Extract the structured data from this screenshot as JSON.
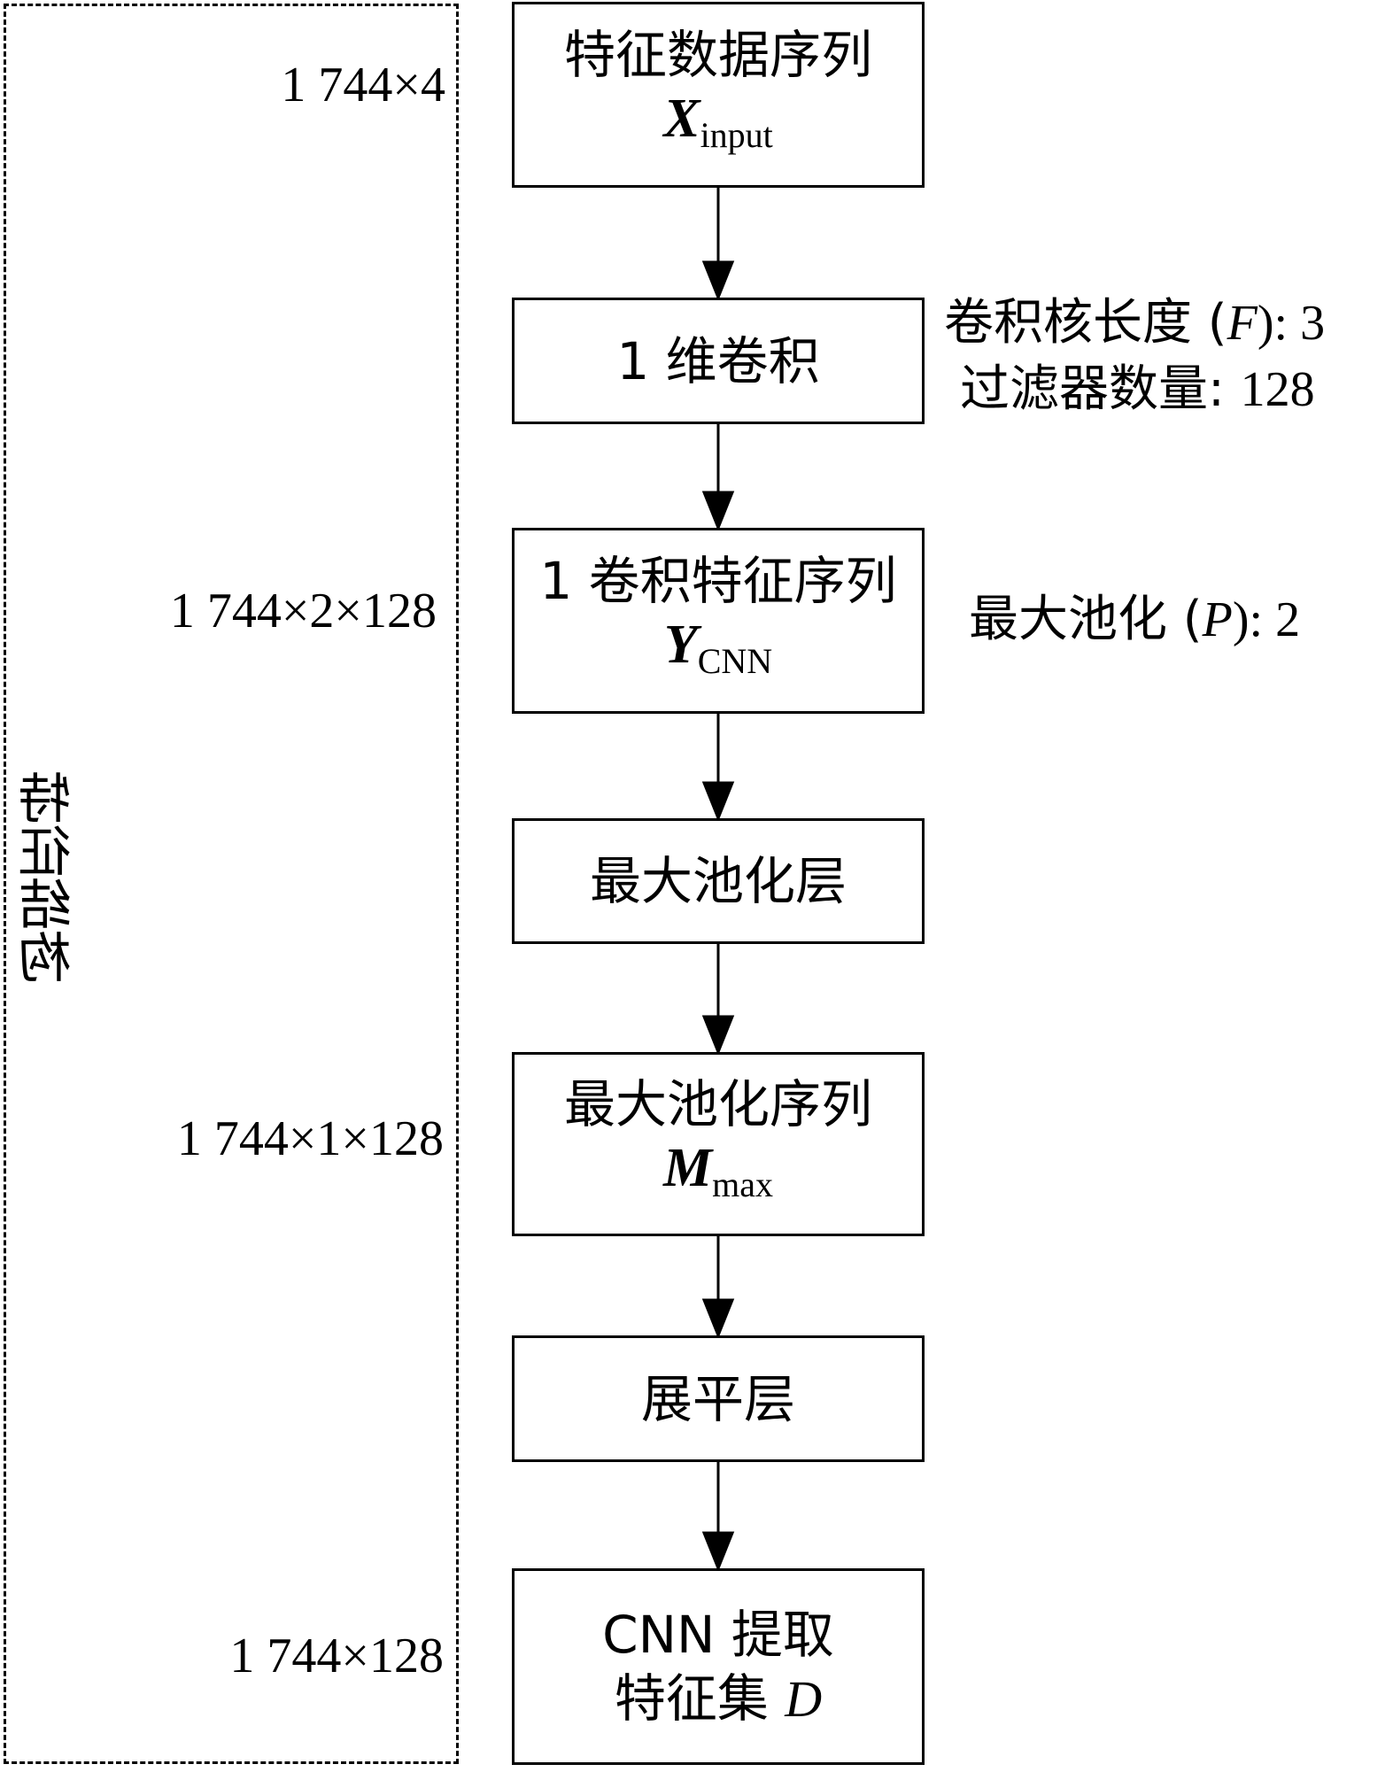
{
  "frame": {
    "label": "特征结构"
  },
  "boxes": [
    {
      "line1": "特征数据序列",
      "sym": "X",
      "sub": "input"
    },
    {
      "line1": "1 维卷积"
    },
    {
      "line1": "1 卷积特征序列",
      "sym": "Y",
      "sub": "CNN"
    },
    {
      "line1": "最大池化层"
    },
    {
      "line1": "最大池化序列",
      "sym": "M",
      "sub": "max"
    },
    {
      "line1": "展平层"
    },
    {
      "line1": "CNN 提取",
      "line2_text": "特征集",
      "line2_var": "D"
    }
  ],
  "dimensions": [
    "1 744×4",
    "1 744×2×128",
    "1 744×1×128",
    "1 744×128"
  ],
  "params": {
    "kernel_label": "卷积核长度 (",
    "kernel_var": "F",
    "kernel_value": "): 3",
    "filters_label": "过滤器数量: ",
    "filters_value": "128",
    "pool_label": "最大池化 (",
    "pool_var": "P",
    "pool_value": "): 2"
  }
}
